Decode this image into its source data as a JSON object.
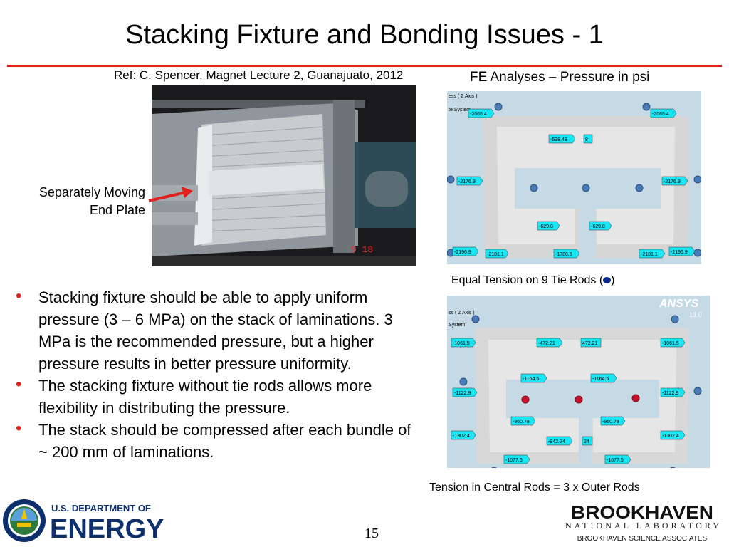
{
  "slide": {
    "title": "Stacking Fixture and Bonding Issues - 1",
    "reference": "Ref: C. Spencer, Magnet Lecture 2, Guanajuato, 2012",
    "page_number": "15"
  },
  "photo": {
    "side_label_line1": "Separately Moving",
    "side_label_line2": "End Plate",
    "stamp": "9  18"
  },
  "fe_analyses": {
    "heading": "FE Analyses – Pressure in psi",
    "plot1": {
      "axis_label": "ess ( Z Axis )",
      "system_label": "te System",
      "values": [
        "-2065.4",
        "-2065.4",
        "-538.48",
        "8",
        "-2176.9",
        "-2176.9",
        "-629.8",
        "-629.8",
        "-2196.9",
        "-2181.1",
        "-1780.5",
        "-2181.1",
        "-2196.9"
      ],
      "caption_before": "Equal Tension on 9 Tie Rods (",
      "caption_after": ")"
    },
    "plot2": {
      "axis_label": "ss ( Z Axis )",
      "system_label": "System",
      "brand": "ANSYS",
      "version": "13.0",
      "values": [
        "-1061.5",
        "-472.21",
        "472.21",
        "-1061.5",
        "-1164.5",
        "-1164.5",
        "-1122.9",
        "-1122.9",
        "-960.78",
        "-960.78",
        "-1302.4",
        "-942.24",
        "24",
        "-1302.4",
        "-1077.5",
        "-1077.5"
      ],
      "caption": "Tension in Central Rods = 3 x Outer Rods"
    }
  },
  "bullets": [
    "Stacking fixture should be able to apply uniform pressure (3 – 6 MPa) on the stack of laminations. 3 MPa is the recommended pressure, but a higher pressure results in better pressure uniformity.",
    "The stacking fixture without tie rods allows more flexibility in distributing the pressure.",
    "The stack should be compressed after each bundle of ~ 200 mm of laminations."
  ],
  "footer": {
    "doe_line1": "U.S. DEPARTMENT OF",
    "doe_line2": "ENERGY",
    "bnl_line1": "BROOKHAVEN",
    "bnl_line2": "NATIONAL LABORATORY",
    "bnl_line3": "BROOKHAVEN SCIENCE ASSOCIATES"
  },
  "colors": {
    "accent_red": "#e0201b",
    "doe_blue": "#0d2f6b",
    "label_cyan": "#19e6f5",
    "rod_blue": "#4a7bb7",
    "rod_red": "#c8102e"
  }
}
